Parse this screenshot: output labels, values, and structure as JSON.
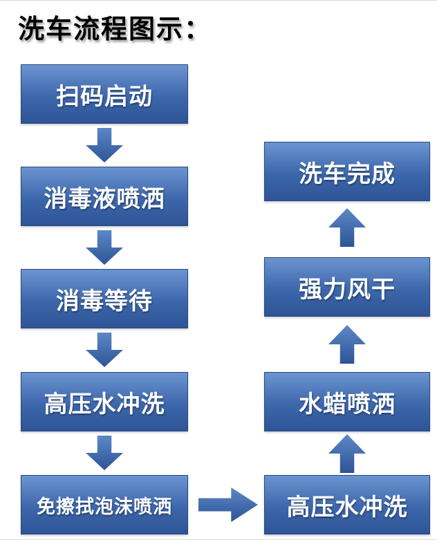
{
  "page": {
    "title": "洗车流程图示："
  },
  "flow": {
    "left": [
      {
        "label": "扫码启动"
      },
      {
        "label": "消毒液喷洒"
      },
      {
        "label": "消毒等待"
      },
      {
        "label": "高压水冲洗"
      },
      {
        "label": "免擦拭泡沫喷洒"
      }
    ],
    "right": [
      {
        "label": "洗车完成"
      },
      {
        "label": "强力风干"
      },
      {
        "label": "水蜡喷洒"
      },
      {
        "label": "高压水冲洗"
      }
    ]
  },
  "colors": {
    "box_gradient_top": "#6b94d0",
    "box_gradient_mid": "#3c67ab",
    "box_gradient_bottom": "#2e5496",
    "arrow_top": "#5c88c6",
    "arrow_bottom": "#2e5496",
    "text": "#ffffff",
    "title": "#000000",
    "background": "#ffffff"
  }
}
